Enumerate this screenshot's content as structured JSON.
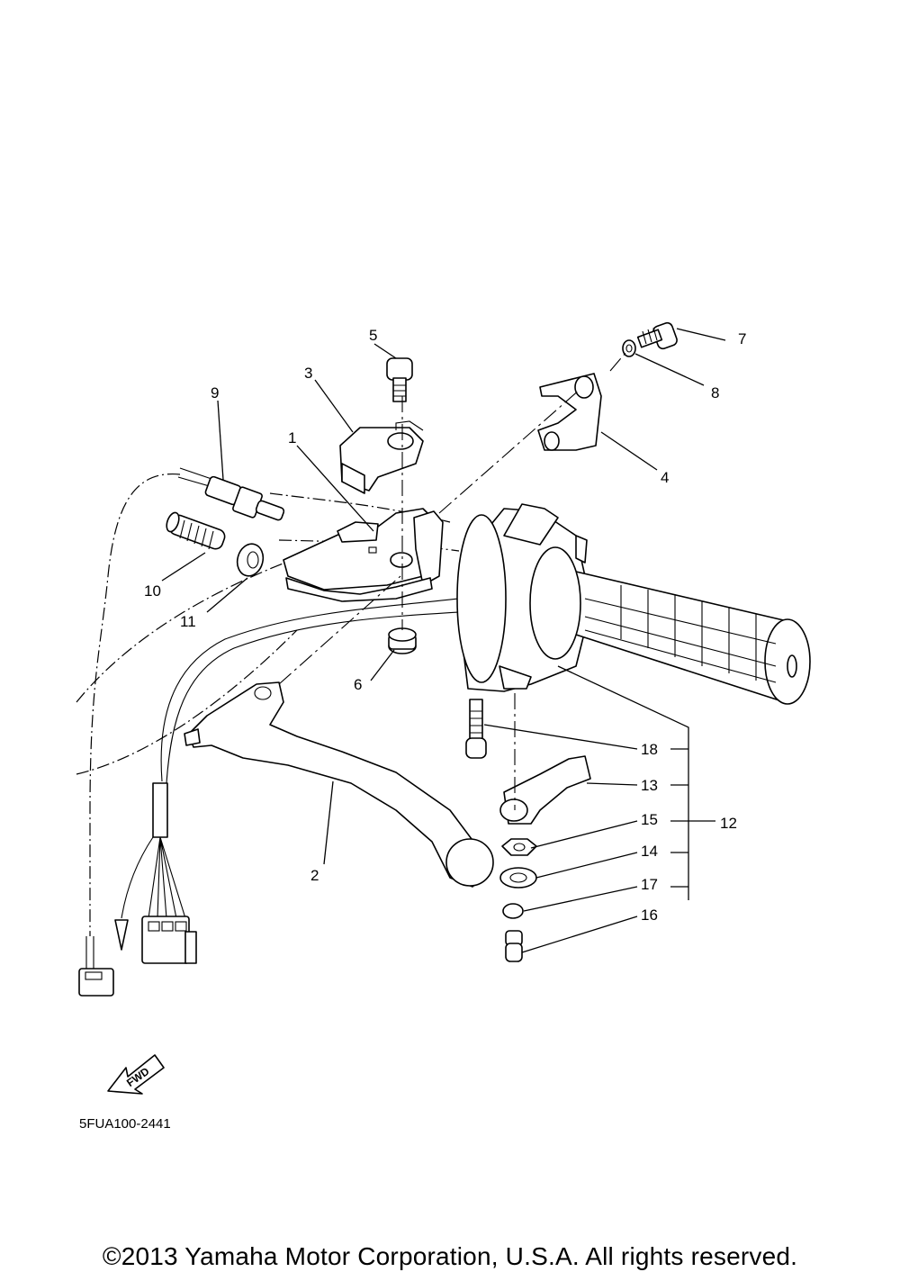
{
  "callouts": {
    "p1": "1",
    "p2": "2",
    "p3": "3",
    "p4": "4",
    "p5": "5",
    "p6": "6",
    "p7": "7",
    "p8": "8",
    "p9": "9",
    "p10": "10",
    "p11": "11",
    "p12": "12",
    "p13": "13",
    "p14": "14",
    "p15": "15",
    "p16": "16",
    "p17": "17",
    "p18": "18"
  },
  "fwd_arrow_label": "FWD",
  "drawing_code": "5FUA100-2441",
  "copyright": "©2013 Yamaha Motor Corporation, U.S.A. All rights reserved."
}
